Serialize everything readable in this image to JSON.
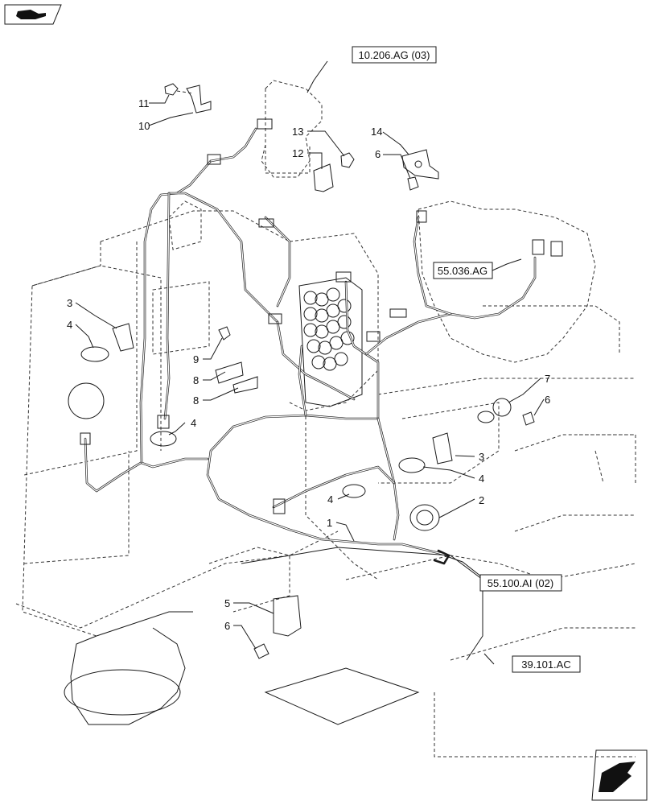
{
  "refs": {
    "r1": "10.206.AG (03)",
    "r2": "55.036.AG",
    "r3": "55.100.AI (02)",
    "r4": "39.101.AC"
  },
  "callouts": {
    "c1": "1",
    "c2": "2",
    "c3a": "3",
    "c3b": "3",
    "c4a": "4",
    "c4b": "4",
    "c4c": "4",
    "c4d": "4",
    "c5": "5",
    "c6a": "6",
    "c6b": "6",
    "c6c": "6",
    "c7": "7",
    "c8a": "8",
    "c8b": "8",
    "c9": "9",
    "c10": "10",
    "c11": "11",
    "c12": "12",
    "c13": "13",
    "c14": "14"
  },
  "icons": {
    "top_left": "hand-pointing-book-icon",
    "bottom_right": "next-page-arrow-icon"
  }
}
